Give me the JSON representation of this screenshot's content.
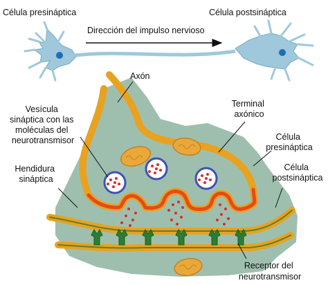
{
  "labels": {
    "presynaptic_cell_top": "Célula presináptica",
    "postsynaptic_cell_top": "Célula postsináptica",
    "impulse_direction": "Dirección del impulso nervioso",
    "axon": "Axón",
    "vesicle": [
      "Vesícula",
      "sináptica con las",
      "moléculas del",
      "neurotransmisor"
    ],
    "axon_terminal": [
      "Terminal",
      "axónico"
    ],
    "presynaptic_cell": [
      "Célula",
      "presináptica"
    ],
    "postsynaptic_cell": [
      "Célula",
      "postsináptica"
    ],
    "synaptic_cleft": [
      "Hendidura",
      "sináptica"
    ],
    "receptor": [
      "Receptor del",
      "neurotransmisor"
    ]
  },
  "colors": {
    "cytoplasm": "#9fbfae",
    "membrane_outer": "#e8a21f",
    "membrane_inner": "#e64a19",
    "neuron_blue": "#9fc8dc",
    "nucleus": "#1b6fb5",
    "mitochondria": "#e9a93a",
    "vesicle_ring": "#3f51b5",
    "neurotransmitter_dot": "#d32f2f",
    "receptor": "#2e7d32"
  }
}
